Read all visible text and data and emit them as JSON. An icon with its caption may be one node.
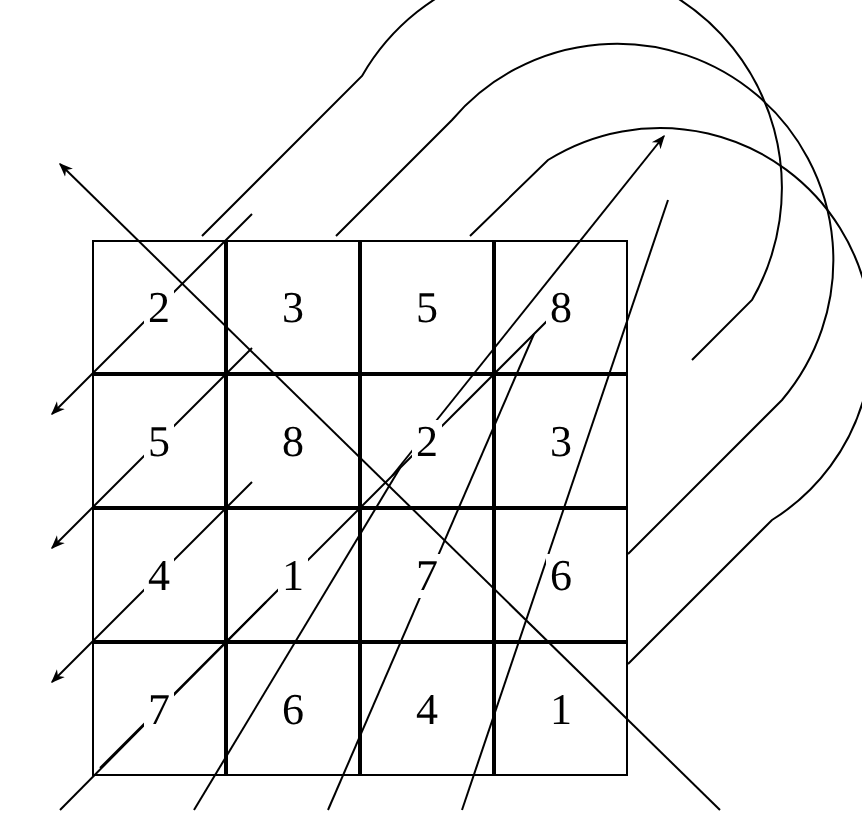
{
  "diagram": {
    "labels": [
      "2",
      "3",
      "5",
      "8",
      "5",
      "8",
      "2",
      "3",
      "4",
      "1",
      "7",
      "6",
      "7",
      "6",
      "4",
      "1"
    ]
  }
}
